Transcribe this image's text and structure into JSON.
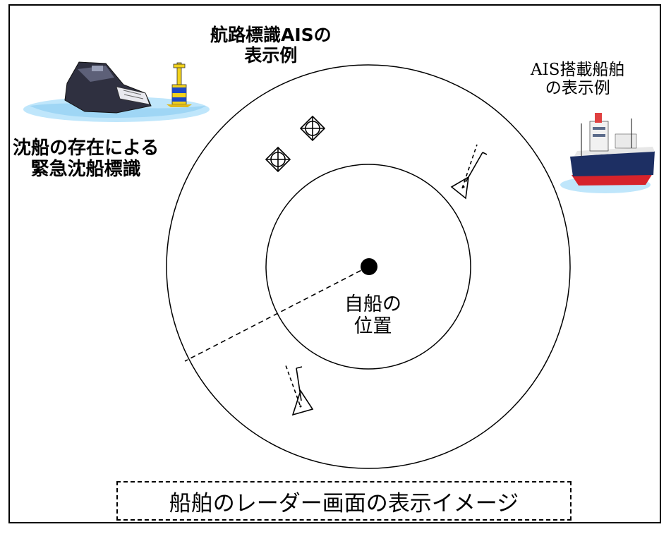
{
  "labels": {
    "ais_aids_to_navigation": [
      "航路標識AISの",
      "表示例"
    ],
    "ais_equipped_ship": [
      "AIS搭載船舶",
      "の表示例"
    ],
    "emergency_wreck_marker": [
      "沈船の存在による",
      "緊急沈船標識"
    ],
    "own_ship_position": [
      "自船の",
      "位置"
    ]
  },
  "caption": "船舶のレーダー画面の表示イメージ"
}
